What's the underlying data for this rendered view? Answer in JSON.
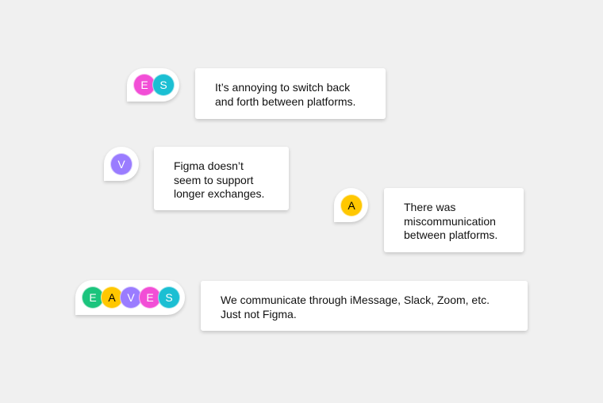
{
  "colors": {
    "pink": "#f24ed6",
    "teal": "#1bbfd3",
    "purple": "#9a7cff",
    "yellow": "#ffc700",
    "green": "#1bc47d"
  },
  "comments": [
    {
      "avatars": [
        {
          "initial": "E",
          "color": "#f24ed6"
        },
        {
          "initial": "S",
          "color": "#1bbfd3"
        }
      ],
      "lines": [
        "It’s annoying to switch back",
        "and forth between platforms."
      ]
    },
    {
      "avatars": [
        {
          "initial": "V",
          "color": "#9a7cff"
        }
      ],
      "lines": [
        "Figma doesn’t",
        "seem to support",
        "longer exchanges."
      ]
    },
    {
      "avatars": [
        {
          "initial": "A",
          "color": "#ffc700"
        }
      ],
      "lines": [
        "There was",
        "miscommunication",
        "between platforms."
      ]
    },
    {
      "avatars": [
        {
          "initial": "E",
          "color": "#1bc47d"
        },
        {
          "initial": "A",
          "color": "#ffc700"
        },
        {
          "initial": "V",
          "color": "#9a7cff"
        },
        {
          "initial": "E",
          "color": "#f24ed6"
        },
        {
          "initial": "S",
          "color": "#1bbfd3"
        }
      ],
      "lines": [
        "We communicate through iMessage, Slack, Zoom, etc.",
        "Just not Figma."
      ]
    }
  ]
}
